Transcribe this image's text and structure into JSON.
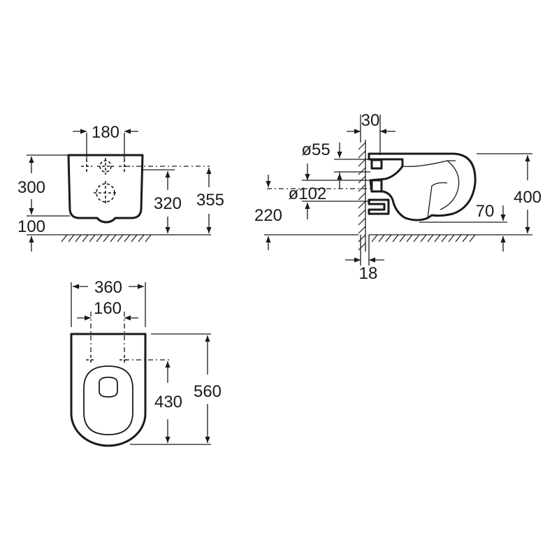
{
  "front_view": {
    "width_between_fixings": "180",
    "height_to_fixings": "300",
    "height_to_bottom": "100",
    "height_to_top_fixing": "320",
    "height_to_top": "355"
  },
  "side_view": {
    "wall_offset_top": "30",
    "outlet_diameter": "ø55",
    "inlet_diameter": "ø102",
    "inlet_height": "220",
    "rim_height": "400",
    "bottom_offset": "70",
    "wall_offset_bottom": "18"
  },
  "top_view": {
    "overall_width": "360",
    "fixing_width": "160",
    "fixing_depth": "430",
    "overall_depth": "560"
  }
}
